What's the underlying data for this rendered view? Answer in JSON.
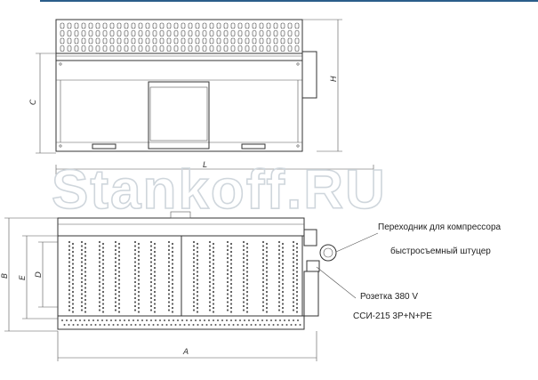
{
  "watermark": "Stankoff.RU",
  "dimensions": {
    "A": "A",
    "B": "B",
    "C": "C",
    "D": "D",
    "E": "E",
    "H": "H",
    "L": "L"
  },
  "callouts": {
    "adapter": "Переходник для компрессора",
    "coupling": "быстросъемный штуцер",
    "socket": "Розетка 380 V",
    "socket_type": "ССИ-215 3Р+N+PE"
  },
  "colors": {
    "top_line": "#2a5d8a",
    "line": "#333333",
    "watermark": "#cfd6dc"
  }
}
